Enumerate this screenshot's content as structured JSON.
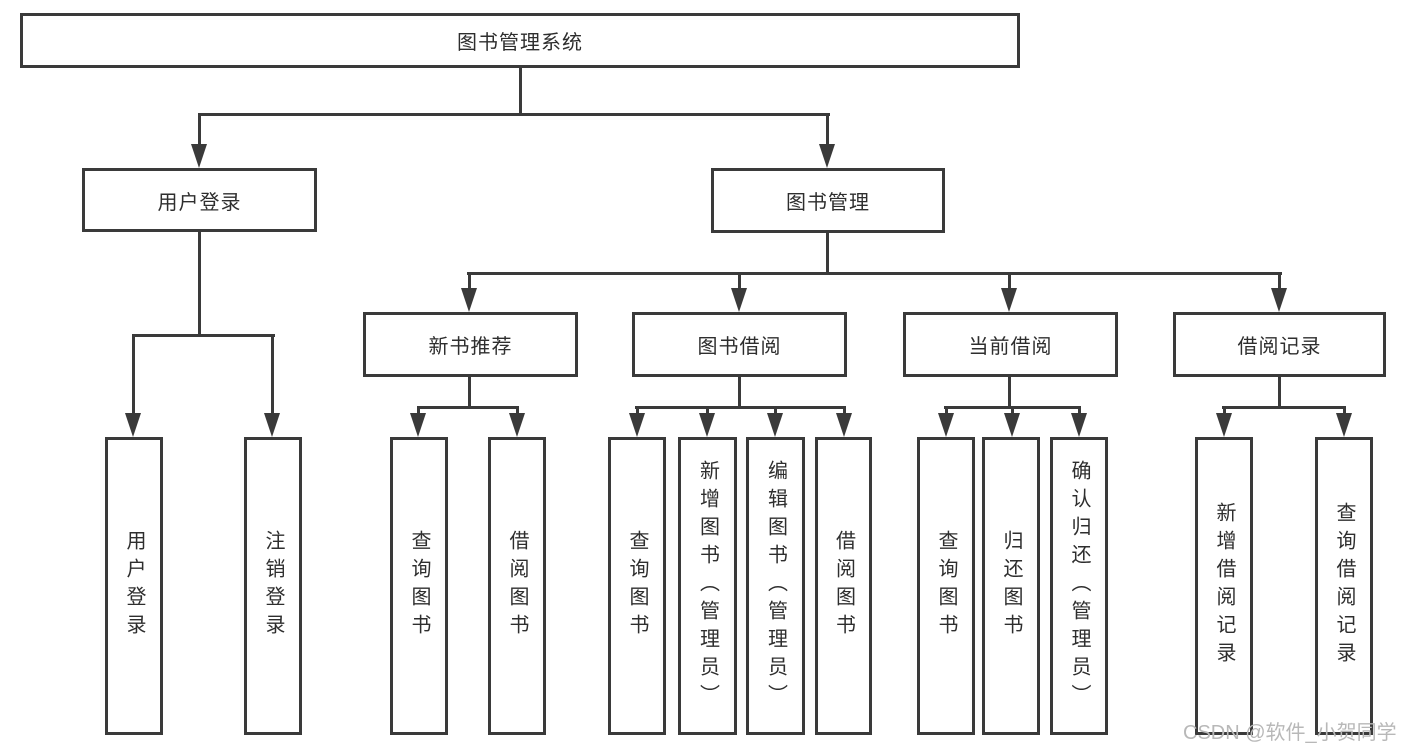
{
  "colors": {
    "line": "#3a3a3a",
    "text": "#2e2e2e",
    "watermark": "#b8b8b8"
  },
  "watermark": "CSDN @软件_小贺同学",
  "tree": {
    "root": "图书管理系统",
    "user_login": {
      "label": "用户登录",
      "children": [
        "用户登录",
        "注销登录"
      ]
    },
    "book_mgmt": {
      "label": "图书管理",
      "new_book": {
        "label": "新书推荐",
        "children": [
          "查询图书",
          "借阅图书"
        ]
      },
      "book_borrow": {
        "label": "图书借阅",
        "children": [
          "查询图书",
          "新增图书（管理员）",
          "编辑图书（管理员）",
          "借阅图书"
        ]
      },
      "current_borrow": {
        "label": "当前借阅",
        "children": [
          "查询图书",
          "归还图书",
          "确认归还（管理员）"
        ]
      },
      "borrow_record": {
        "label": "借阅记录",
        "children": [
          "新增借阅记录",
          "查询借阅记录"
        ]
      }
    }
  }
}
